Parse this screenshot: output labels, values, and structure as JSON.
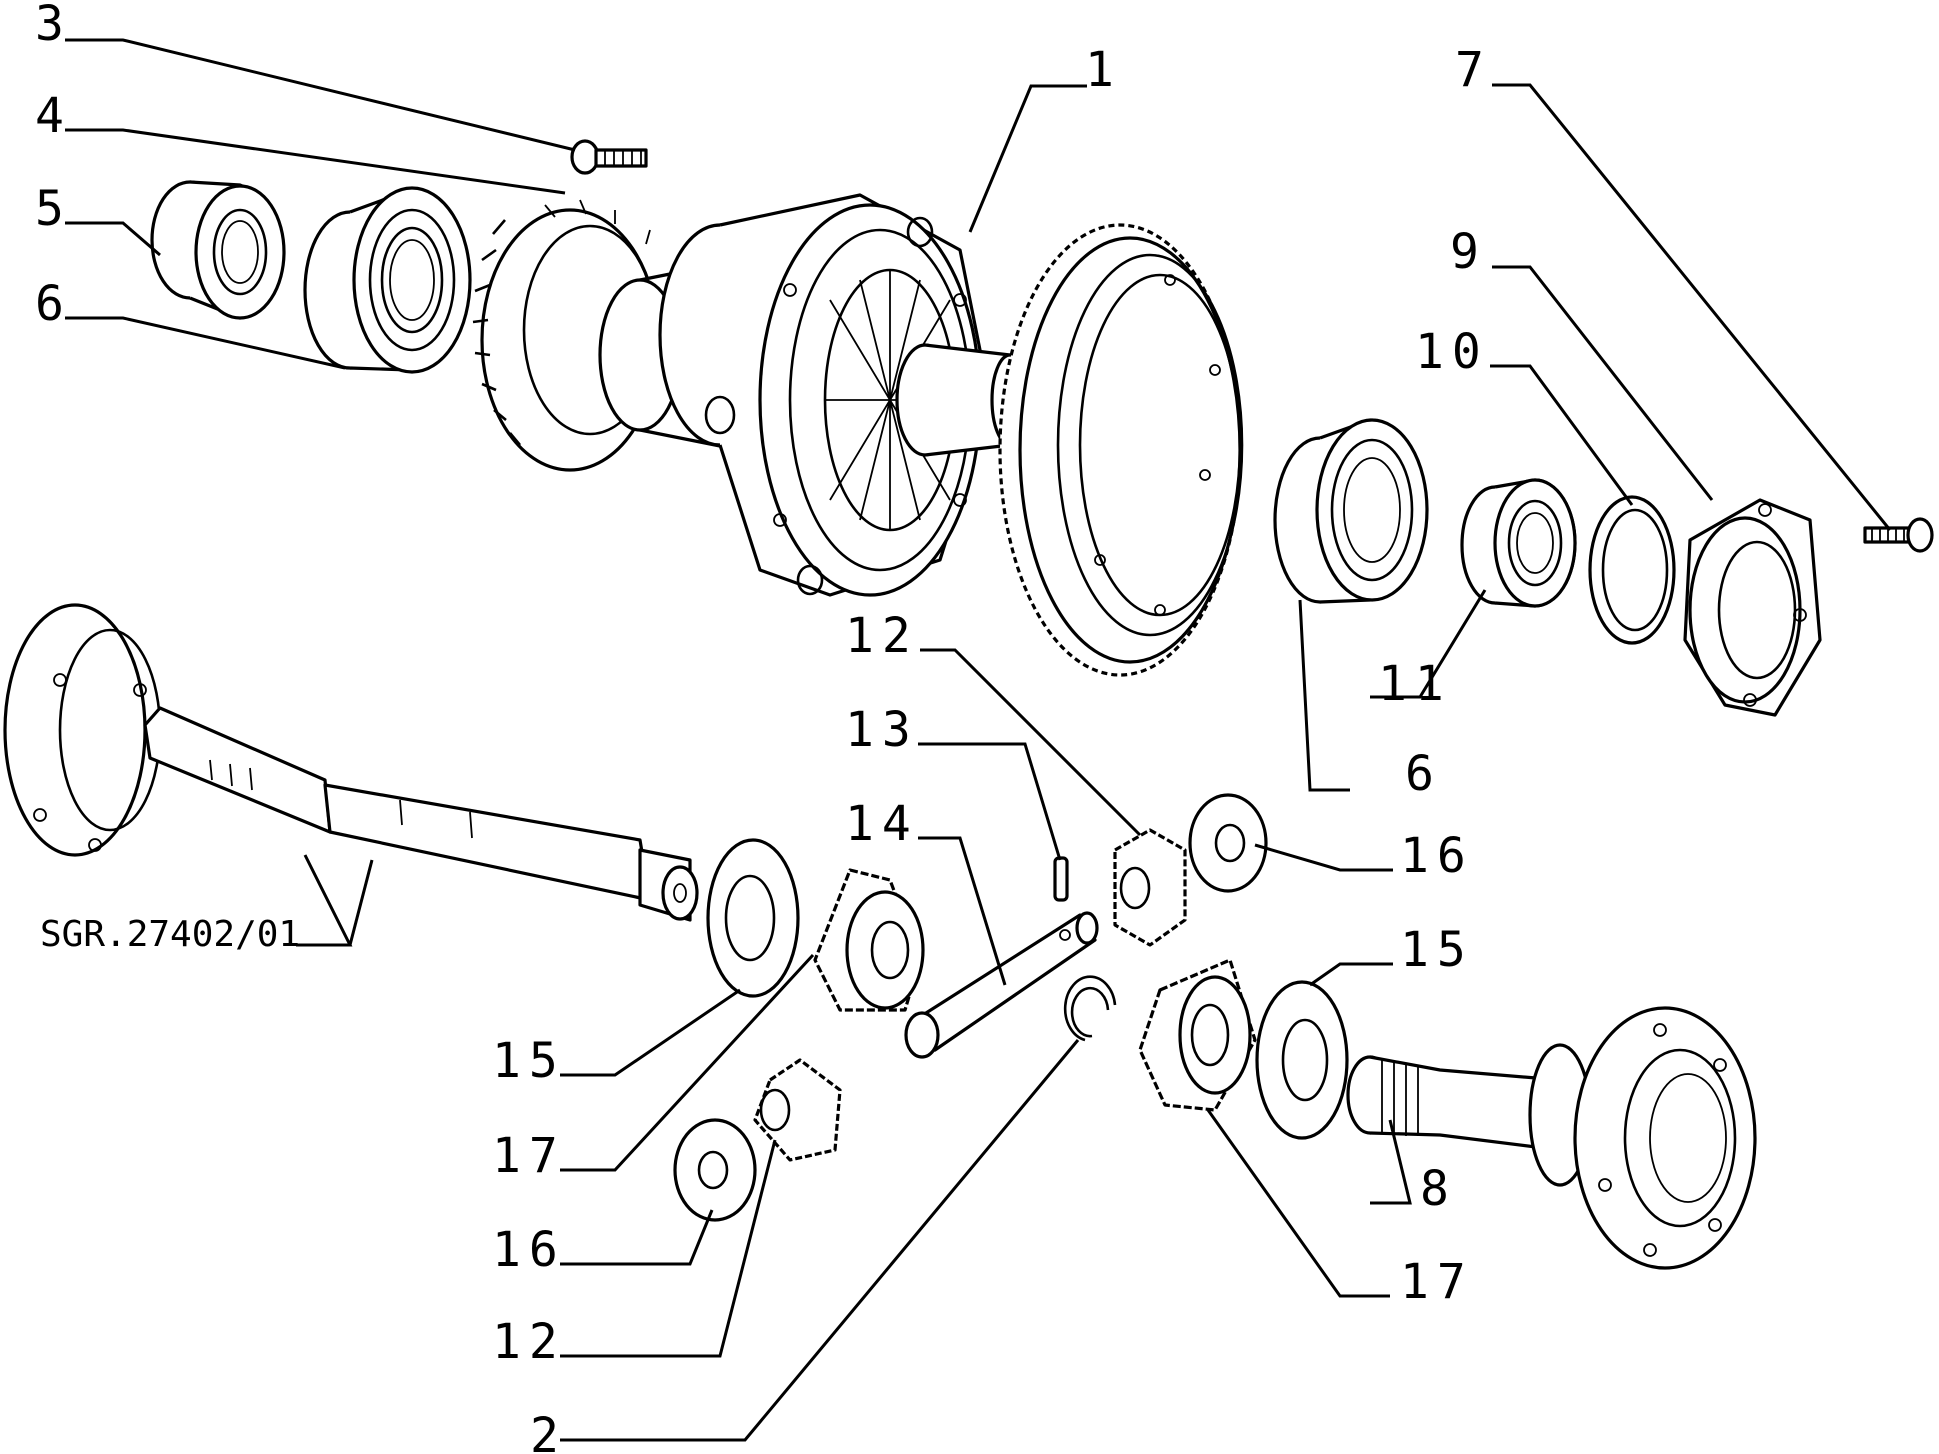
{
  "drawing_ref": "SGR.27402/01",
  "callouts": [
    {
      "id": "c1",
      "text": "1",
      "part": "differential-housing"
    },
    {
      "id": "c2",
      "text": "2",
      "part": "snap-ring"
    },
    {
      "id": "c3",
      "text": "3",
      "part": "bolt"
    },
    {
      "id": "c4",
      "text": "4",
      "part": "pulse-wheel"
    },
    {
      "id": "c5",
      "text": "5",
      "part": "oil-seal"
    },
    {
      "id": "c6a",
      "text": "6",
      "part": "bearing-left"
    },
    {
      "id": "c6b",
      "text": "6",
      "part": "bearing-right"
    },
    {
      "id": "c7",
      "text": "7",
      "part": "flange-bolt"
    },
    {
      "id": "c8",
      "text": "8",
      "part": "right-output-shaft"
    },
    {
      "id": "c9",
      "text": "9",
      "part": "flange-cover"
    },
    {
      "id": "c10",
      "text": "10",
      "part": "o-ring"
    },
    {
      "id": "c11",
      "text": "11",
      "part": "oil-seal-right"
    },
    {
      "id": "c12a",
      "text": "12",
      "part": "planet-gear-top"
    },
    {
      "id": "c12b",
      "text": "12",
      "part": "planet-gear-bottom"
    },
    {
      "id": "c13",
      "text": "13",
      "part": "roll-pin"
    },
    {
      "id": "c14",
      "text": "14",
      "part": "pinion-shaft"
    },
    {
      "id": "c15a",
      "text": "15",
      "part": "thrust-washer-left"
    },
    {
      "id": "c15b",
      "text": "15",
      "part": "thrust-washer-right"
    },
    {
      "id": "c16a",
      "text": "16",
      "part": "washer-bottom"
    },
    {
      "id": "c16b",
      "text": "16",
      "part": "washer-top"
    },
    {
      "id": "c17a",
      "text": "17",
      "part": "side-gear-left"
    },
    {
      "id": "c17b",
      "text": "17",
      "part": "side-gear-right"
    }
  ]
}
